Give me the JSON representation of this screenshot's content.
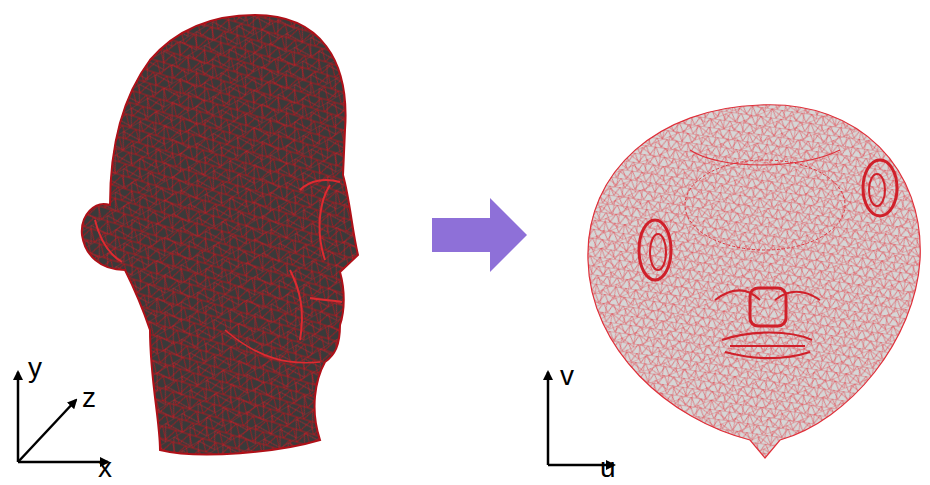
{
  "diagram": {
    "labels": [
      "y",
      "z",
      "x",
      "v",
      "u"
    ]
  }
}
